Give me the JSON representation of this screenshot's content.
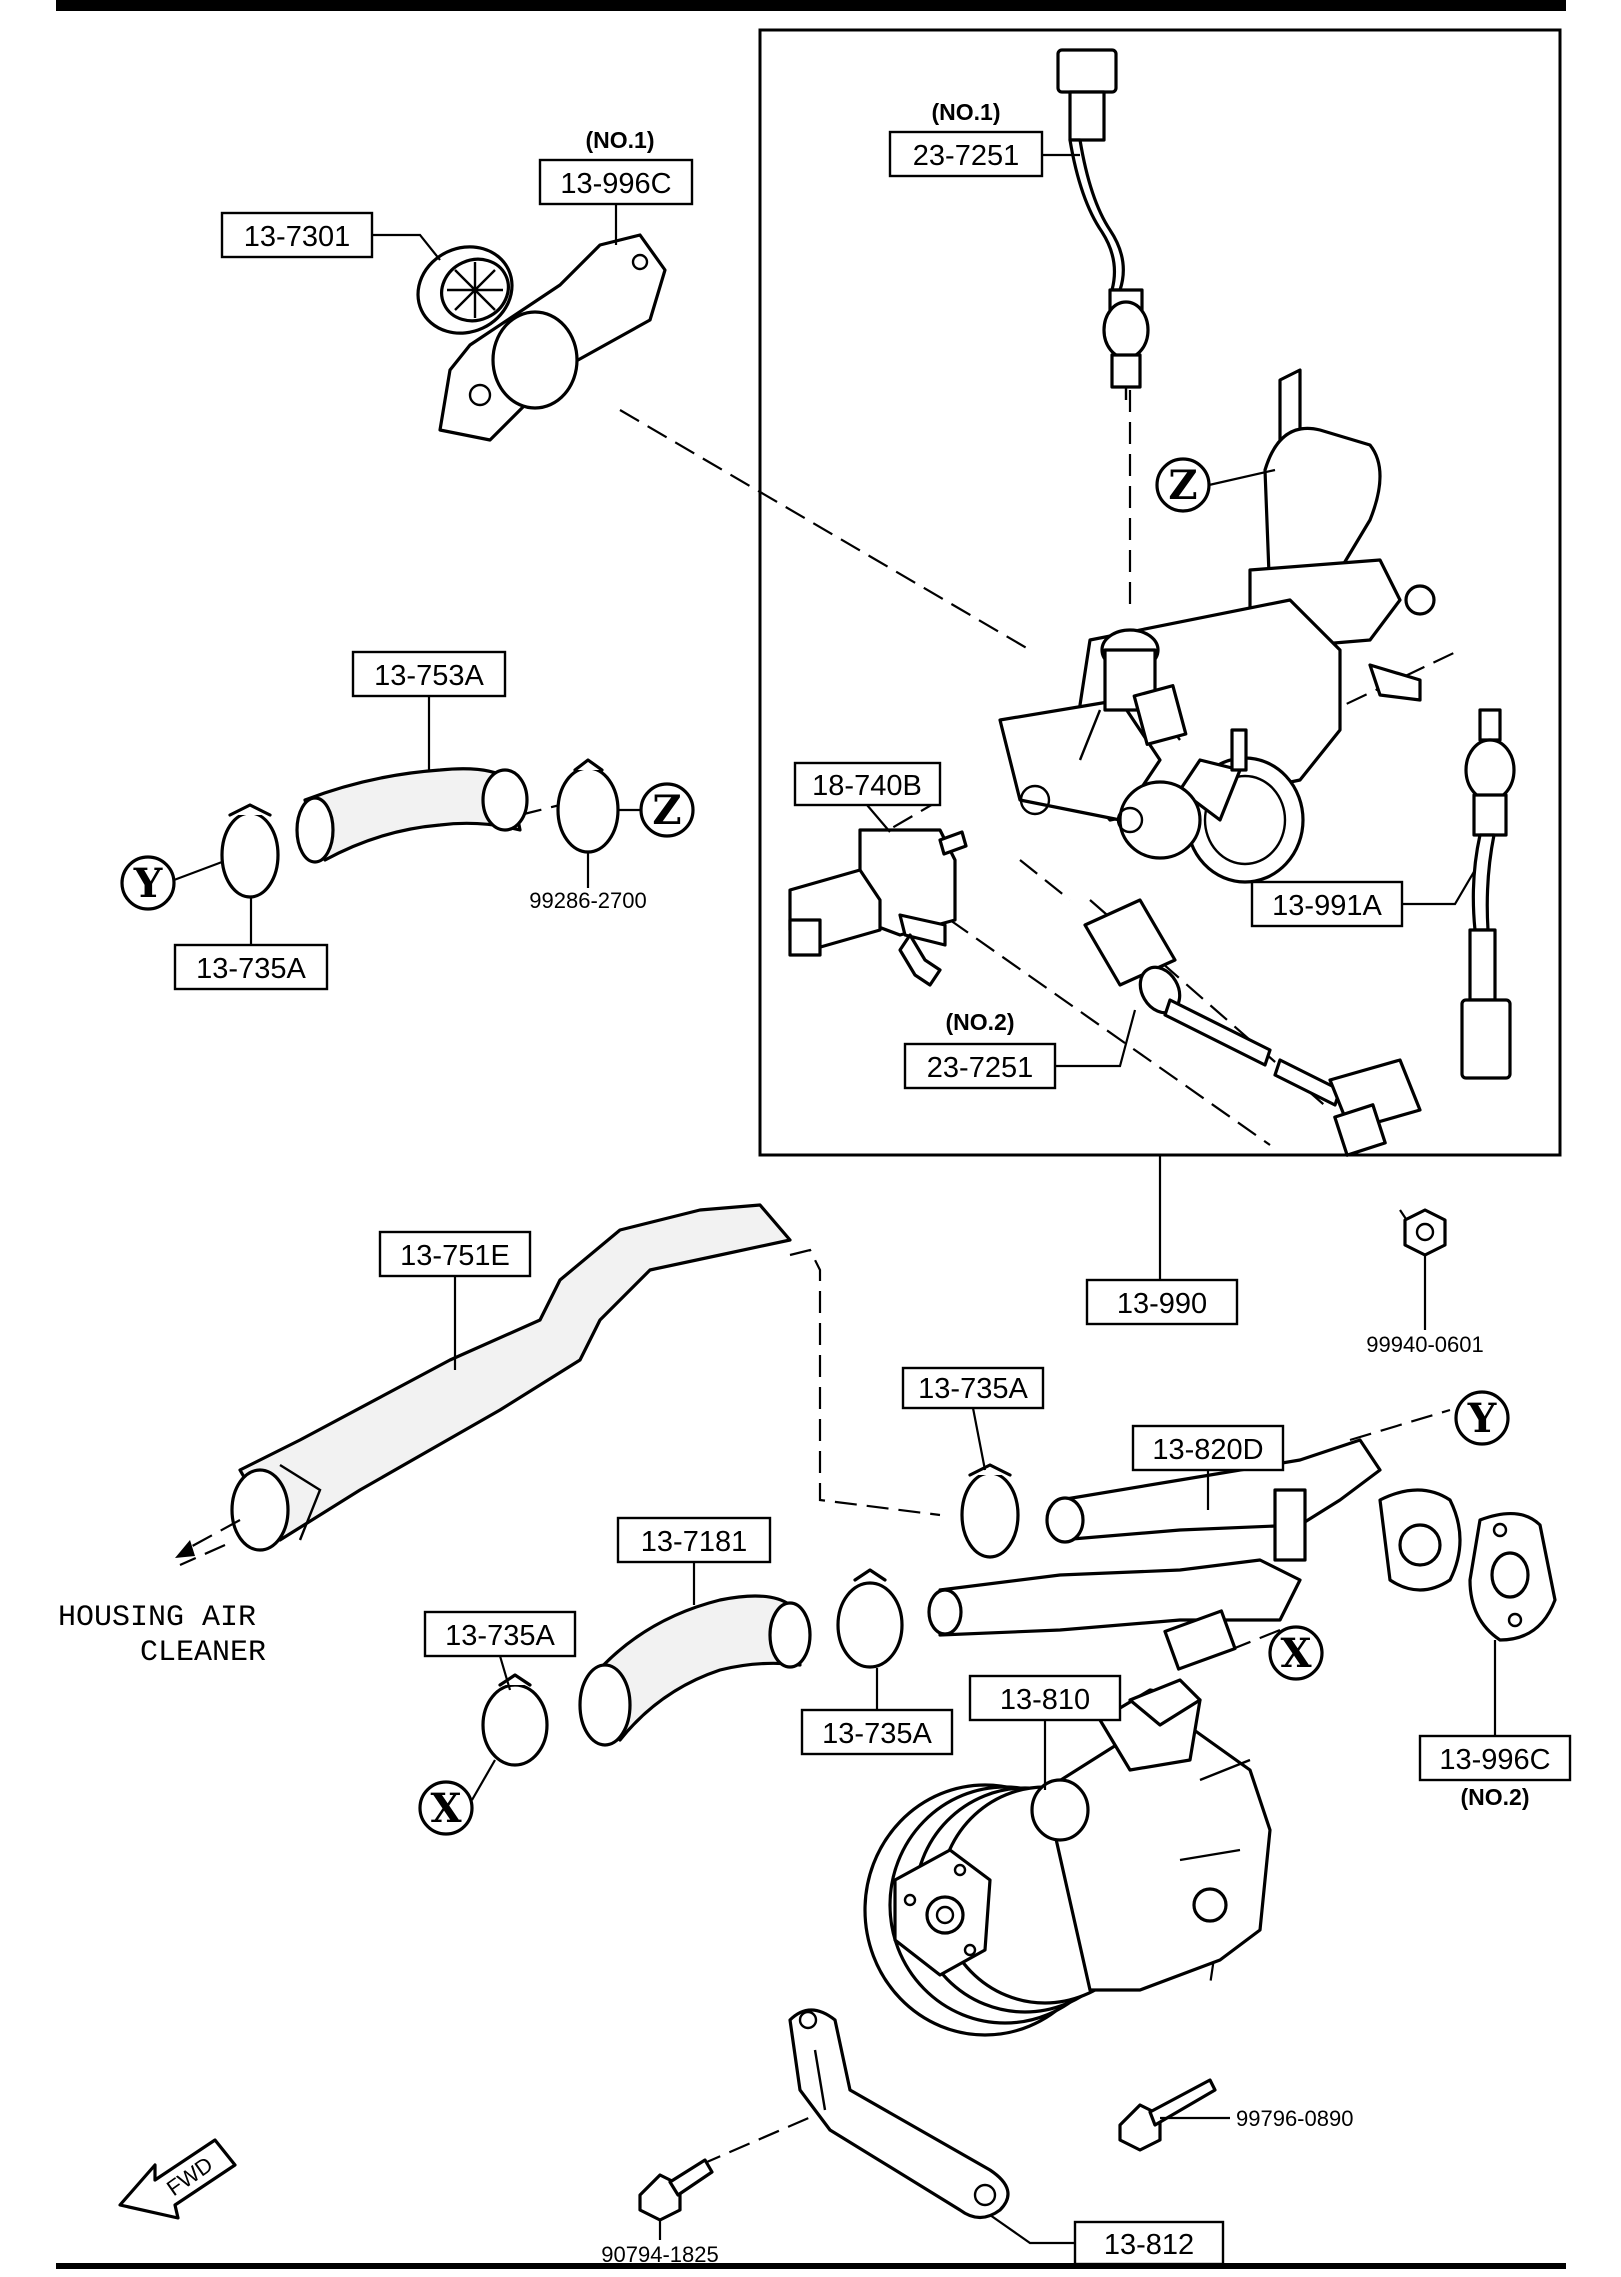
{
  "labels": {
    "p13_7301": "13-7301",
    "p13_996C_1": "13-996C",
    "p13_996C_1_note": "(NO.1)",
    "p23_7251_1": "23-7251",
    "p23_7251_1_note": "(NO.1)",
    "p13_753A": "13-753A",
    "p13_735A_y": "13-735A",
    "p99286": "99286-2700",
    "p18_740B": "18-740B",
    "p13_991A": "13-991A",
    "p23_7251_2": "23-7251",
    "p23_7251_2_note": "(NO.2)",
    "p13_751E": "13-751E",
    "p13_990": "13-990",
    "p99940": "99940-0601",
    "p13_735A_mid": "13-735A",
    "p13_820D": "13-820D",
    "p13_7181": "13-7181",
    "p13_735A_left": "13-735A",
    "p13_735A_right": "13-735A",
    "p13_810": "13-810",
    "p13_996C_2": "13-996C",
    "p13_996C_2_note": "(NO.2)",
    "p99796": "99796-0890",
    "p90794": "90794-1825",
    "p13_812": "13-812"
  },
  "callouts": {
    "housing_line1": "HOUSING AIR",
    "housing_line2": "CLEANER",
    "fwd": "FWD"
  },
  "markers": {
    "x": "X",
    "y": "Y",
    "z": "Z"
  }
}
